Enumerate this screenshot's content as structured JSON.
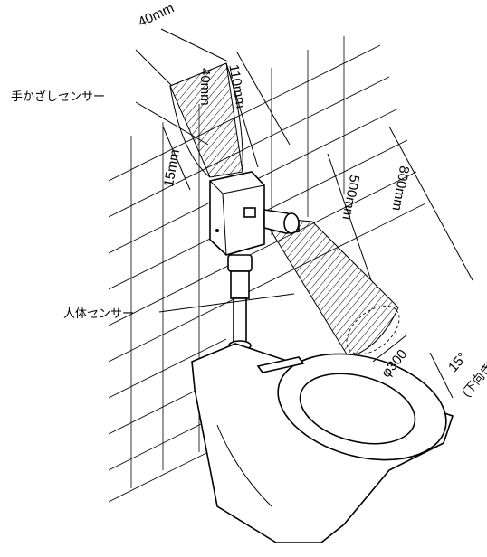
{
  "labels": {
    "hand_sensor": "手かざしセンサー",
    "body_sensor": "人体センサー"
  },
  "dimensions": {
    "d40mm_top": "40mm",
    "d40mm_side": "40mm",
    "d110mm": "110mm",
    "d15mm": "15mm",
    "d500mm": "500mm",
    "d800mm": "800mm",
    "d300": "φ300",
    "d15deg": "15°",
    "d_down": "(下向き)"
  },
  "colors": {
    "stroke": "#000000",
    "background": "#ffffff"
  }
}
